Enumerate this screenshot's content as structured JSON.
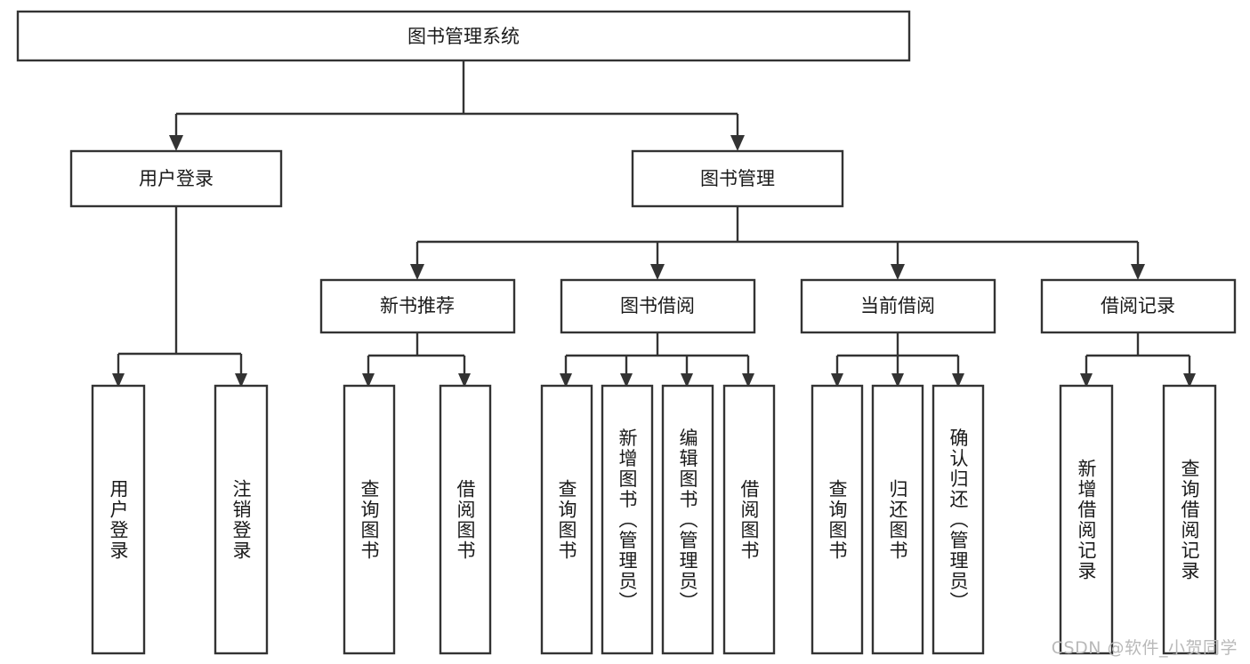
{
  "diagram": {
    "title": "图书管理系统",
    "type": "hierarchy-tree",
    "root": {
      "id": "root",
      "label": "图书管理系统"
    },
    "level2": [
      {
        "id": "user-login",
        "label": "用户登录"
      },
      {
        "id": "book-manage",
        "label": "图书管理"
      }
    ],
    "level3": [
      {
        "id": "new-book-recommend",
        "label": "新书推荐",
        "parent": "book-manage"
      },
      {
        "id": "book-borrow",
        "label": "图书借阅",
        "parent": "book-manage"
      },
      {
        "id": "current-borrow",
        "label": "当前借阅",
        "parent": "book-manage"
      },
      {
        "id": "borrow-record",
        "label": "借阅记录",
        "parent": "book-manage"
      }
    ],
    "leaves": [
      {
        "id": "leaf-user-login",
        "label": "用户登录",
        "parent": "user-login"
      },
      {
        "id": "leaf-logout",
        "label": "注销登录",
        "parent": "user-login"
      },
      {
        "id": "leaf-query-book-1",
        "label": "查询图书",
        "parent": "new-book-recommend"
      },
      {
        "id": "leaf-borrow-book-1",
        "label": "借阅图书",
        "parent": "new-book-recommend"
      },
      {
        "id": "leaf-query-book-2",
        "label": "查询图书",
        "parent": "book-borrow"
      },
      {
        "id": "leaf-add-book",
        "label": "新增图书（管理员）",
        "parent": "book-borrow"
      },
      {
        "id": "leaf-edit-book",
        "label": "编辑图书（管理员）",
        "parent": "book-borrow"
      },
      {
        "id": "leaf-borrow-book-2",
        "label": "借阅图书",
        "parent": "book-borrow"
      },
      {
        "id": "leaf-query-book-3",
        "label": "查询图书",
        "parent": "current-borrow"
      },
      {
        "id": "leaf-return-book",
        "label": "归还图书",
        "parent": "current-borrow"
      },
      {
        "id": "leaf-confirm-return",
        "label": "确认归还（管理员）",
        "parent": "current-borrow"
      },
      {
        "id": "leaf-add-record",
        "label": "新增借阅记录",
        "parent": "borrow-record"
      },
      {
        "id": "leaf-query-record",
        "label": "查询借阅记录",
        "parent": "borrow-record"
      }
    ]
  },
  "watermark": {
    "text": "CSDN @软件_小贺同学"
  },
  "colors": {
    "stroke": "#333333",
    "fill": "#ffffff",
    "text": "#1a1a1a",
    "watermark": "#b9b9b9"
  }
}
